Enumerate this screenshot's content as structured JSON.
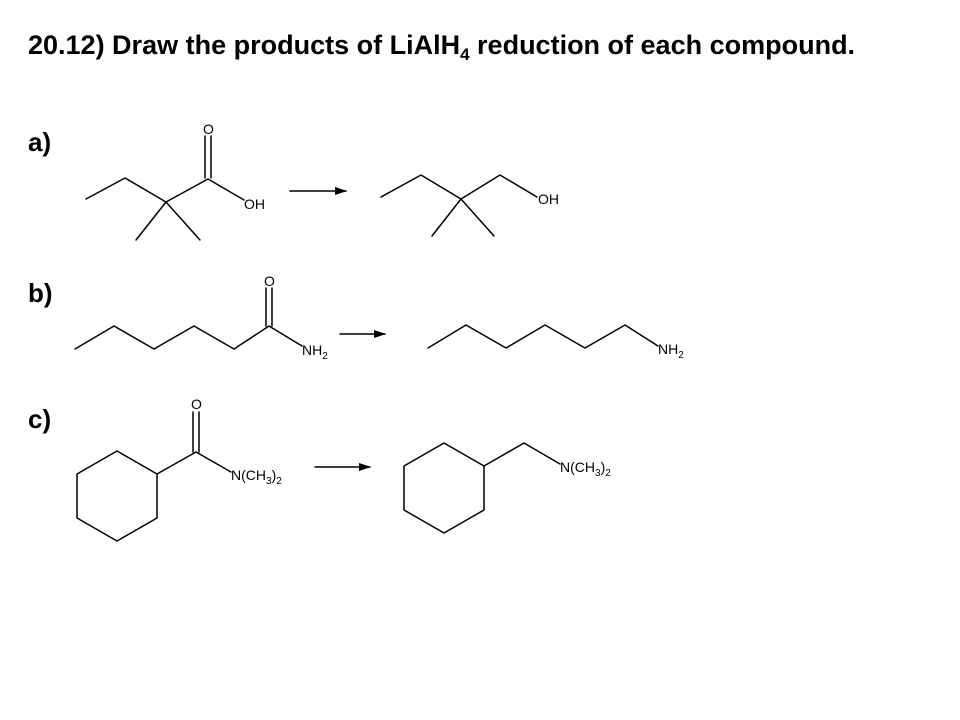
{
  "question": {
    "prefix": "20.12)  Draw the products of LiAlH",
    "subscript": "4",
    "suffix": " reduction of each compound."
  },
  "parts": [
    {
      "label": "a)",
      "reactant": {
        "group": "OH",
        "carbonyl_o": "O"
      },
      "product": {
        "group": "OH"
      }
    },
    {
      "label": "b)",
      "reactant": {
        "group": "NH",
        "group_sub": "2",
        "carbonyl_o": "O"
      },
      "product": {
        "group": "NH",
        "group_sub": "2"
      }
    },
    {
      "label": "c)",
      "reactant": {
        "group_main": "N(CH",
        "group_sub": "3",
        "group_close": ")",
        "group_sub2": "2",
        "carbonyl_o": "O"
      },
      "product": {
        "group_main": "N(CH",
        "group_sub": "3",
        "group_close": ")",
        "group_sub2": "2"
      }
    }
  ]
}
